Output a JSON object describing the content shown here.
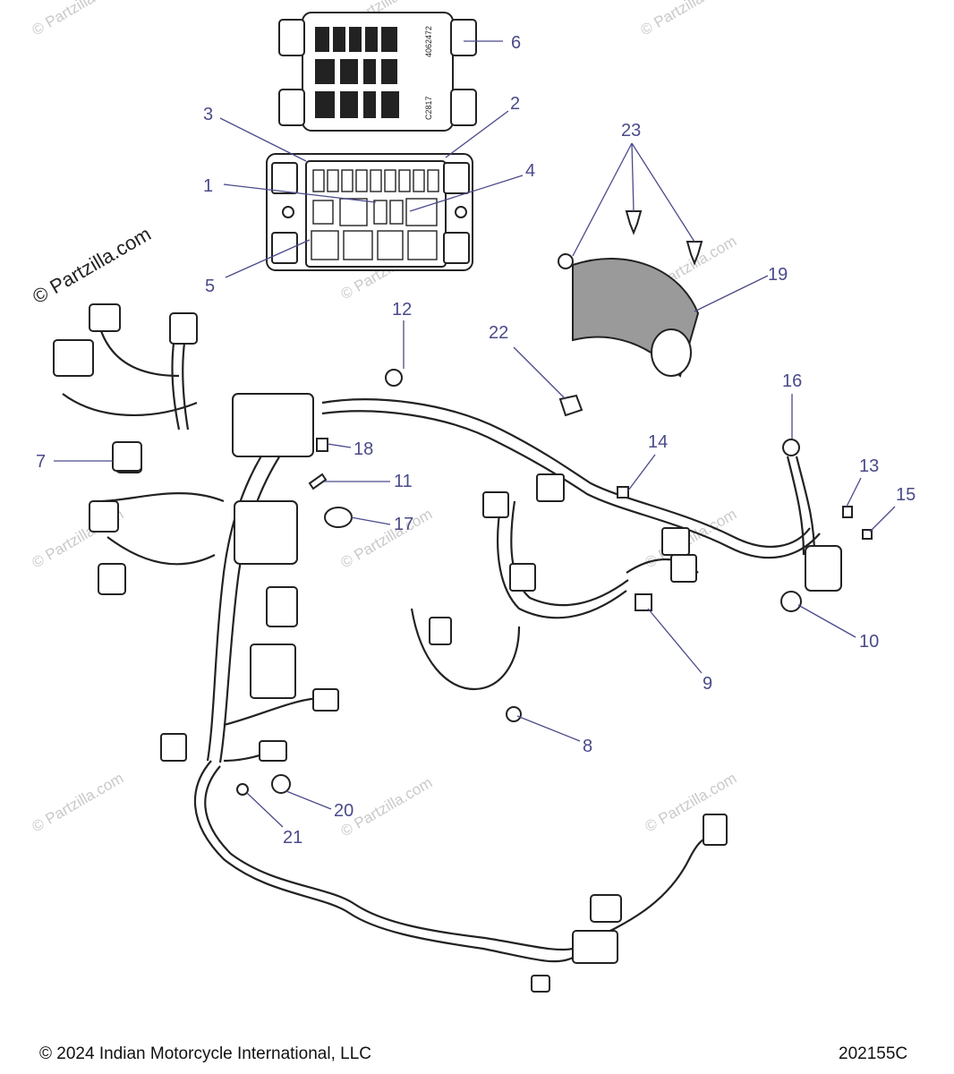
{
  "watermark": "© Partzilla.com",
  "side_watermark": "© Partzilla.com",
  "footer": {
    "copyright": "© 2024 Indian Motorcycle International, LLC",
    "diagram_code": "202155C"
  },
  "fuse_cover": {
    "code_top": "4062472",
    "code_bottom": "C2817"
  },
  "callouts": [
    "1",
    "2",
    "3",
    "4",
    "5",
    "6",
    "7",
    "8",
    "9",
    "10",
    "11",
    "12",
    "13",
    "14",
    "15",
    "16",
    "17",
    "18",
    "19",
    "20",
    "21",
    "22",
    "23"
  ]
}
